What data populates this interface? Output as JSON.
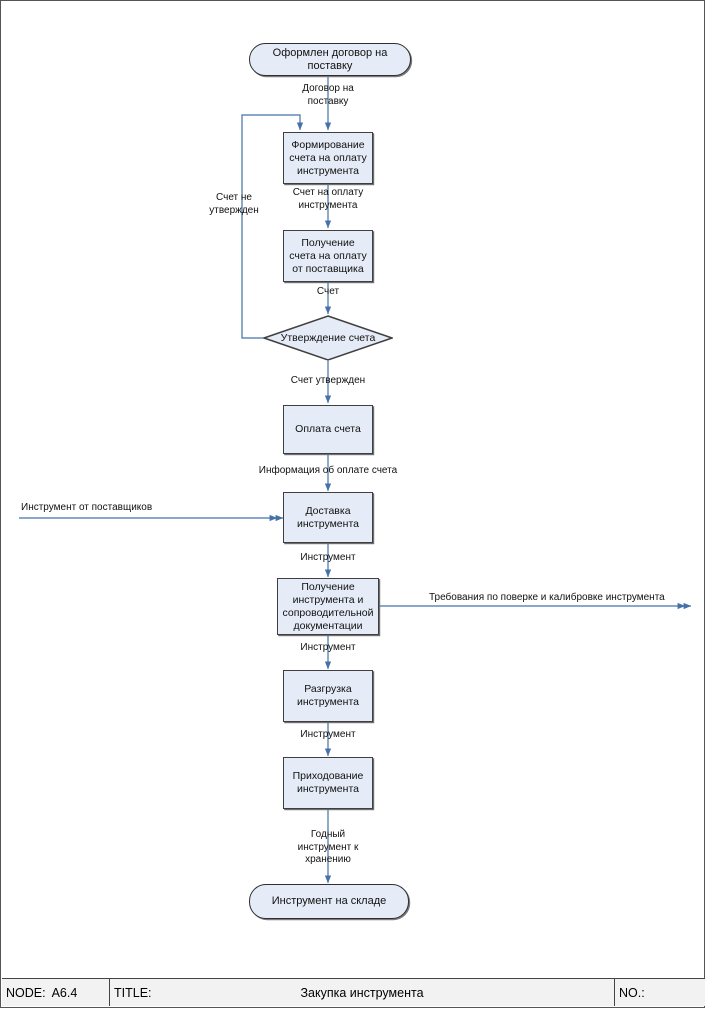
{
  "diagram": {
    "type": "flowchart",
    "title": "Закупка инструмента",
    "nodes": [
      {
        "id": "start",
        "shape": "terminal",
        "label": "Оформлен договор на поставку"
      },
      {
        "id": "form",
        "shape": "process",
        "label": "Формирование счета на оплату инструмента"
      },
      {
        "id": "receive",
        "shape": "process",
        "label": "Получение счета на оплату от поставщика"
      },
      {
        "id": "approve",
        "shape": "decision",
        "label": "Утверждение счета"
      },
      {
        "id": "pay",
        "shape": "process",
        "label": "Оплата счета"
      },
      {
        "id": "delivery",
        "shape": "process",
        "label": "Доставка инструмента"
      },
      {
        "id": "intake",
        "shape": "process",
        "label": "Получение инструмента и сопроводительной документации"
      },
      {
        "id": "unload",
        "shape": "process",
        "label": "Разгрузка инструмента"
      },
      {
        "id": "booking",
        "shape": "process",
        "label": "Приходование инструмента"
      },
      {
        "id": "end",
        "shape": "terminal",
        "label": "Инструмент на складе"
      }
    ],
    "edge_labels": {
      "contract": "Договор на\nпоставку",
      "invoice_request": "Счет на оплату\nинструмента",
      "invoice": "Счет",
      "not_approved": "Счет не\nутвержден",
      "approved": "Счет утвержден",
      "payment_info": "Информация об оплате счета",
      "from_suppliers": "Инструмент от поставщиков",
      "tool_1": "Инструмент",
      "requirements": "Требования по поверке и калибровке инструмента",
      "tool_2": "Инструмент",
      "tool_3": "Инструмент",
      "good_tool": "Годный\nинструмент к\nхранению"
    },
    "colors": {
      "node_fill": "#e6ecf7",
      "node_border": "#3f3f3f",
      "arrow": "#4472a8",
      "text": "#111111",
      "footer_bg": "#f2f2f2",
      "page_border": "#555555"
    }
  },
  "footer": {
    "node_key": "NODE:",
    "node_value": "A6.4",
    "title_key": "TITLE:",
    "title_value": "Закупка инструмента",
    "no_key": "NO.:"
  }
}
